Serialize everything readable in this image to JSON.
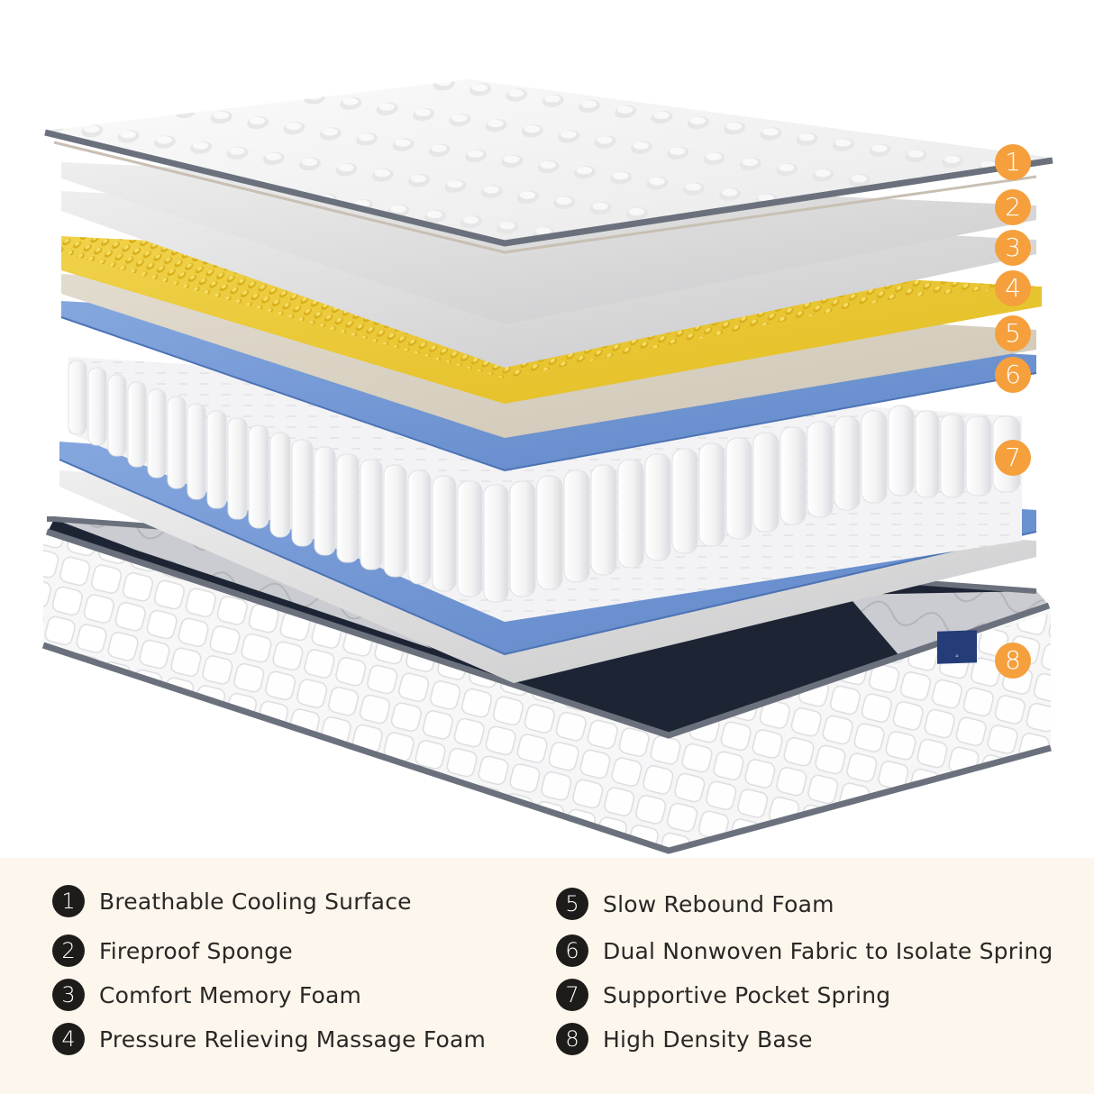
{
  "diagram": {
    "subject": "Exploded view of a hybrid pocket-spring mattress",
    "colors": {
      "marker_orange": "#f5a03c",
      "legend_badge": "#1e1c1a",
      "legend_background": "#fdf6ec",
      "cover_white": "#f4f4f4",
      "edge_gray": "#6b717c",
      "foam_yellow": "#eccb35",
      "foam_beige": "#d7d0c2",
      "fabric_blue": "#7198d6",
      "base_navy": "#1d2535",
      "brand_tag_blue": "#243c78"
    },
    "markers": [
      {
        "number": "1",
        "layer": "top cover"
      },
      {
        "number": "2",
        "layer": "gray sheet"
      },
      {
        "number": "3",
        "layer": "gray sheet"
      },
      {
        "number": "4",
        "layer": "yellow egg-crate foam"
      },
      {
        "number": "5",
        "layer": "beige foam"
      },
      {
        "number": "6",
        "layer": "blue fabric"
      },
      {
        "number": "7",
        "layer": "pocket springs"
      },
      {
        "number": "8",
        "layer": "base"
      }
    ]
  },
  "legend": {
    "items": [
      {
        "number": "1",
        "label": "Breathable Cooling Surface"
      },
      {
        "number": "2",
        "label": "Fireproof Sponge"
      },
      {
        "number": "3",
        "label": "Comfort Memory Foam"
      },
      {
        "number": "4",
        "label": "Pressure Relieving Massage Foam"
      },
      {
        "number": "5",
        "label": "Slow Rebound Foam"
      },
      {
        "number": "6",
        "label": "Dual Nonwoven Fabric to Isolate Spring"
      },
      {
        "number": "7",
        "label": "Supportive Pocket Spring"
      },
      {
        "number": "8",
        "label": "High Density Base"
      }
    ]
  }
}
